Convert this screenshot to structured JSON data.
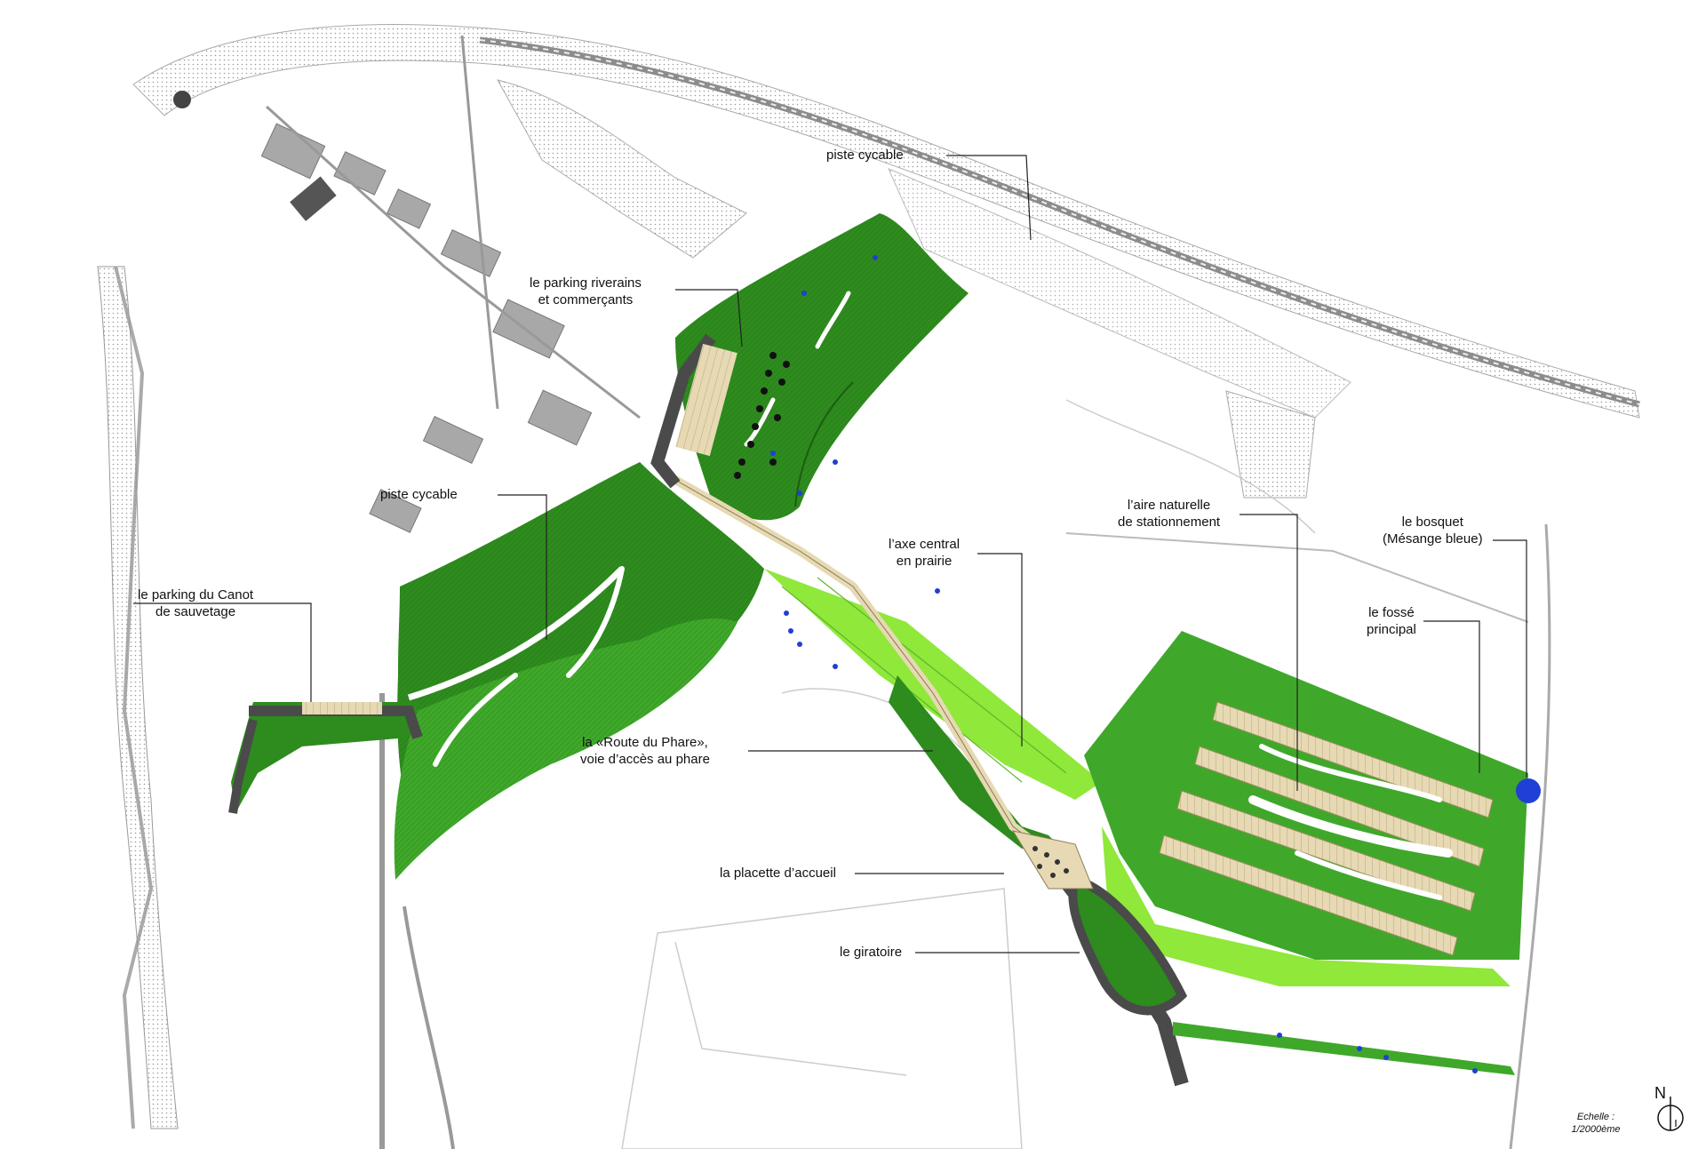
{
  "labels": {
    "piste_cyclable_north": "piste cycable",
    "parking_riverains_1": "le parking riverains",
    "parking_riverains_2": "et commerçants",
    "piste_cyclable_west": "piste cycable",
    "parking_canot_1": "le parking du Canot",
    "parking_canot_2": "de sauvetage",
    "axe_central_1": "l’axe central",
    "axe_central_2": "en prairie",
    "aire_naturelle_1": "l’aire naturelle",
    "aire_naturelle_2": "de stationnement",
    "bosquet_1": "le bosquet",
    "bosquet_2": "(Mésange bleue)",
    "fosse_1": "le fossé",
    "fosse_2": "principal",
    "route_phare_1": "la «Route du Phare»,",
    "route_phare_2": "voie d’accès au phare",
    "placette": "la placette d’accueil",
    "giratoire": "le giratoire"
  },
  "scale": {
    "label": "Echelle :",
    "value": "1/2000ème"
  },
  "north": {
    "letter": "N",
    "icon": "north-arrow-icon"
  },
  "colors": {
    "dark_green": "#2e8b1e",
    "mid_green": "#3fa82a",
    "light_green": "#8fe83a",
    "road_gray": "#4a4a4a",
    "path_beige": "#e6d9b4",
    "blue_marker": "#1f3fd6",
    "base_map_gray": "#bdbdbd"
  }
}
